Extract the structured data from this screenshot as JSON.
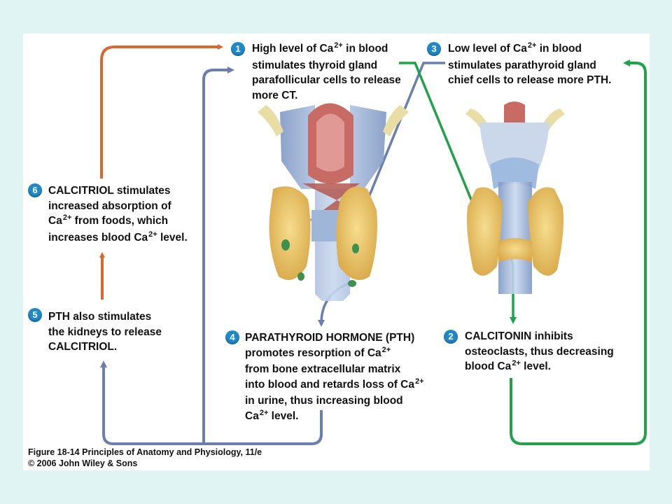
{
  "colors": {
    "background": "#dff4f3",
    "panel": "#ffffff",
    "orange_arrow": "#d8692a",
    "blue_arrow": "#6a7fae",
    "green_arrow": "#21a24a",
    "badge": "#1f88c8",
    "gland": "#e9c46a",
    "cartilage": "#9fb6d8",
    "larynx": "#c96b65"
  },
  "steps": [
    {
      "number": "1",
      "lines": [
        {
          "a": "High level of Ca",
          "sup": "2+",
          "b": " in blood"
        },
        {
          "a": "stimulates thyroid gland"
        },
        {
          "a": "parafollicular cells to release"
        },
        {
          "a": "more CT."
        }
      ]
    },
    {
      "number": "2",
      "lines": [
        {
          "a": "CALCITONIN inhibits"
        },
        {
          "a": "osteoclasts, thus decreasing"
        },
        {
          "a": "blood Ca",
          "sup": "2+",
          "b": " level."
        }
      ]
    },
    {
      "number": "3",
      "lines": [
        {
          "a": "Low level of Ca",
          "sup": "2+",
          "b": " in blood"
        },
        {
          "a": "stimulates parathyroid gland"
        },
        {
          "a": "chief cells to release more PTH."
        }
      ]
    },
    {
      "number": "4",
      "lines": [
        {
          "a": "PARATHYROID HORMONE (PTH)"
        },
        {
          "a": "promotes resorption of Ca",
          "sup": "2+"
        },
        {
          "a": "from bone extracellular matrix"
        },
        {
          "a": "into blood and retards loss of Ca",
          "sup": "2+"
        },
        {
          "a": "in urine, thus increasing blood"
        },
        {
          "a": "Ca",
          "sup": "2+",
          "b": " level."
        }
      ]
    },
    {
      "number": "5",
      "lines": [
        {
          "a": "PTH also stimulates"
        },
        {
          "a": "the kidneys to release"
        },
        {
          "a": "CALCITRIOL."
        }
      ]
    },
    {
      "number": "6",
      "lines": [
        {
          "a": "CALCITRIOL stimulates"
        },
        {
          "a": "increased absorption of"
        },
        {
          "a": "Ca",
          "sup": "2+",
          "b": " from foods, which"
        },
        {
          "a": "increases blood Ca",
          "sup": "2+",
          "b": " level."
        }
      ]
    }
  ],
  "caption": {
    "line1": "Figure 18-14 Principles of Anatomy and Physiology, 11/e",
    "line2": "© 2006 John Wiley & Sons"
  }
}
